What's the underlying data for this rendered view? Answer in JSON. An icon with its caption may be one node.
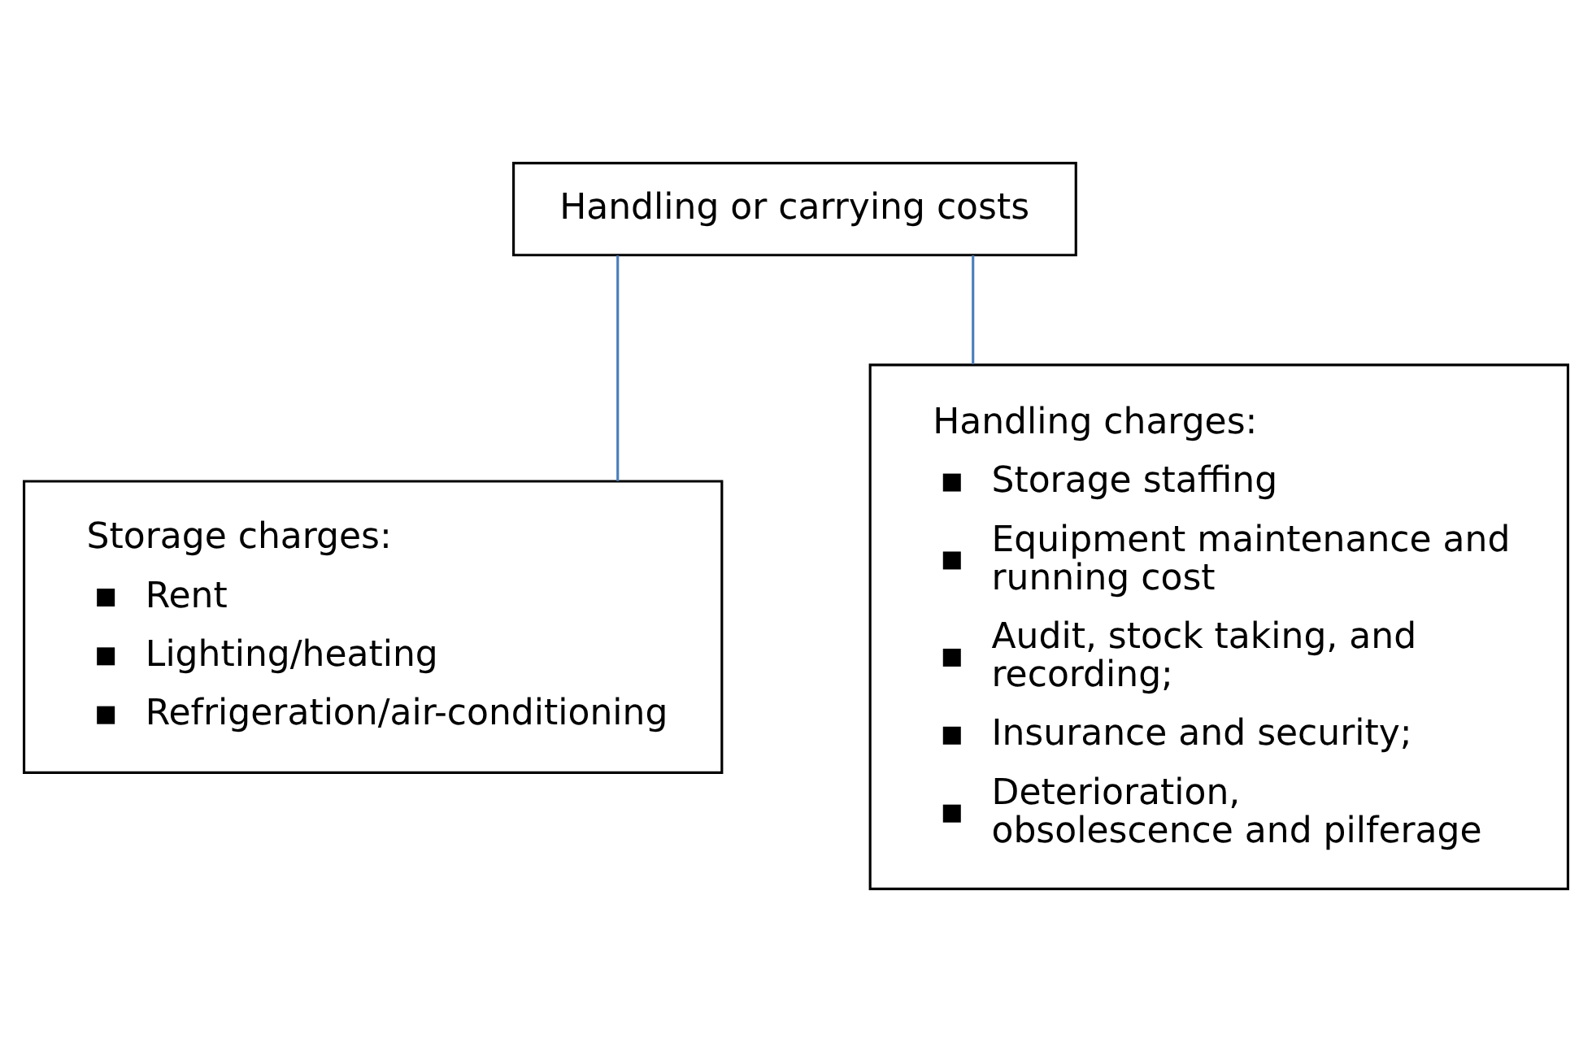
{
  "diagram": {
    "nodes": [
      {
        "text": [
          "Handling or carrying costs"
        ]
      },
      {
        "text": [
          "Storage charges:",
          "Rent",
          "Lighting/heating",
          "Refrigeration/air-conditioning"
        ]
      },
      {
        "text": [
          "Handling charges:",
          "Storage staffing",
          "Equipment maintenance and running cost",
          "Audit, stock taking, and recording;",
          "Insurance and security;",
          "Deterioration, obsolescence and pilferage"
        ]
      }
    ],
    "edges": [
      {
        "from": 0,
        "to": 1,
        "arrow": "none"
      },
      {
        "from": 0,
        "to": 2,
        "arrow": "none"
      }
    ]
  }
}
